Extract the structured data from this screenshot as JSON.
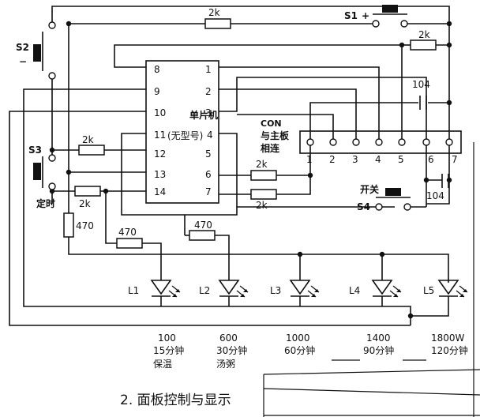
{
  "mcu": {
    "title": "单片机",
    "subtitle": "(无型号)",
    "left_pins": [
      "8",
      "9",
      "10",
      "11",
      "12",
      "13",
      "14"
    ],
    "right_pins": [
      "1",
      "2",
      "3",
      "4",
      "5",
      "6",
      "7"
    ]
  },
  "connector": {
    "label_lines": [
      "CON",
      "与主板",
      "相连"
    ],
    "pins": [
      "1",
      "2",
      "3",
      "4",
      "5",
      "6",
      "7"
    ]
  },
  "switches": {
    "s1": {
      "label": "S1",
      "sign": "+"
    },
    "s2": {
      "label": "S2",
      "sign": "−"
    },
    "s3": {
      "label": "S3",
      "caption": "定时"
    },
    "s4": {
      "label": "S4",
      "caption": "开关"
    }
  },
  "resistors": {
    "r_top": "2k",
    "r_right": "2k",
    "r_s3": "2k",
    "r_mid": "2k",
    "r_pin6": "2k",
    "r_pin7": "2k",
    "r_v470": "470",
    "r_l1": "470",
    "r_l2": "470"
  },
  "capacitors": {
    "c1": "104",
    "c2": "104"
  },
  "leds": [
    {
      "id": "L1",
      "power": "100",
      "time": "15分钟",
      "mode": "保温"
    },
    {
      "id": "L2",
      "power": "600",
      "time": "30分钟",
      "mode": "汤粥"
    },
    {
      "id": "L3",
      "power": "1000",
      "time": "60分钟",
      "mode": ""
    },
    {
      "id": "L4",
      "power": "1400",
      "time": "90分钟",
      "mode": ""
    },
    {
      "id": "L5",
      "power": "1800W",
      "time": "120分钟",
      "mode": ""
    }
  ],
  "caption": "2. 面板控制与显示"
}
